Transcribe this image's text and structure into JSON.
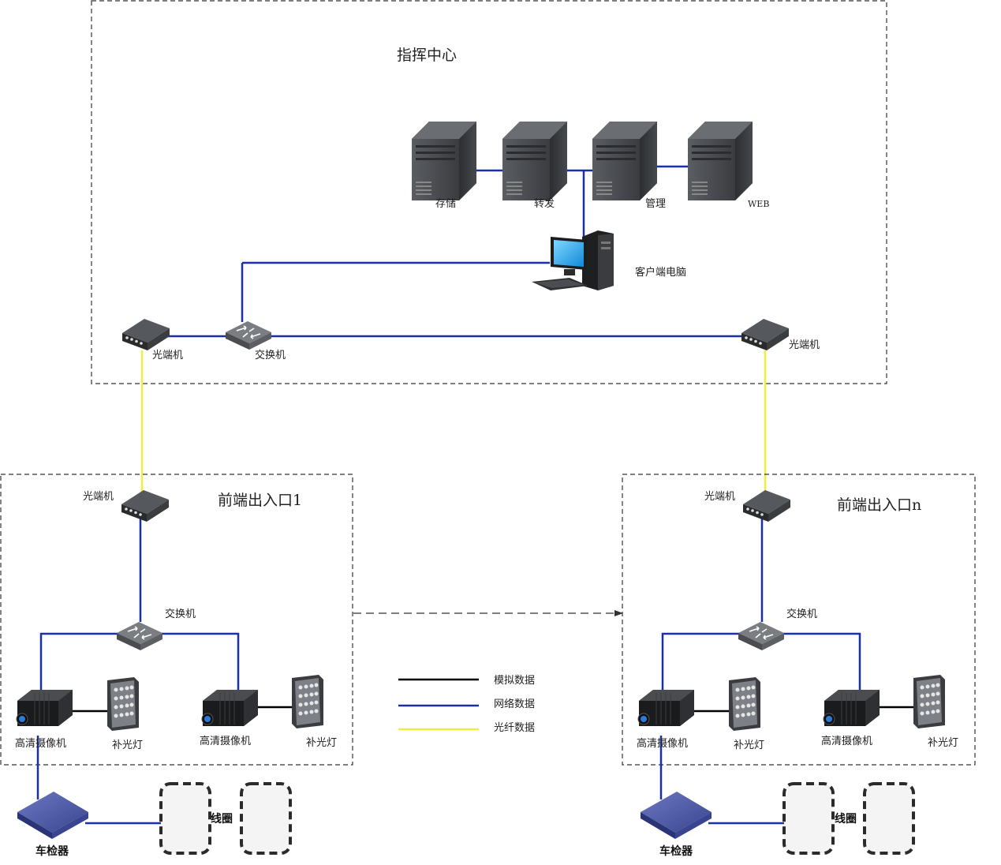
{
  "command_center": {
    "title": "指挥中心",
    "servers": [
      "存储",
      "转发",
      "管理",
      "WEB"
    ],
    "client": "客户端电脑",
    "optical_left": "光端机",
    "switch": "交换机",
    "optical_right": "光端机"
  },
  "front_ends": [
    {
      "title": "前端出入口1",
      "optical": "光端机",
      "switch": "交换机",
      "camera_1": "高清摄像机",
      "light_1": "补光灯",
      "camera_2": "高清摄像机",
      "light_2": "补光灯",
      "detector": "车检器",
      "coil": "线圈"
    },
    {
      "title": "前端出入口n",
      "optical": "光端机",
      "switch": "交换机",
      "camera_1": "高清摄像机",
      "light_1": "补光灯",
      "camera_2": "高清摄像机",
      "light_2": "补光灯",
      "detector": "车检器",
      "coil": "线圈"
    }
  ],
  "legend": [
    {
      "label": "模拟数据",
      "color": "#000000"
    },
    {
      "label": "网络数据",
      "color": "#1a2fa8"
    },
    {
      "label": "光纤数据",
      "color": "#f2ee3a"
    }
  ],
  "colors": {
    "network": "#1a2fa8",
    "fiber": "#f2ee3a",
    "analog": "#000000",
    "server": "#4a4d52",
    "detector": "#3a4a9a"
  }
}
